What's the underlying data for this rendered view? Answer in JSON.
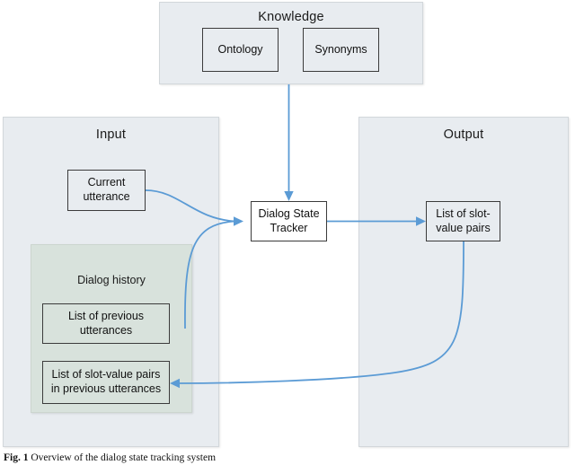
{
  "figure": {
    "panels": [
      {
        "key": "knowledge",
        "label": "Knowledge"
      },
      {
        "key": "input",
        "label": "Input"
      },
      {
        "key": "output",
        "label": "Output"
      }
    ],
    "subpanels": [
      {
        "key": "dialog_history",
        "label": "Dialog history"
      }
    ],
    "nodes": [
      {
        "key": "ontology",
        "label": "Ontology"
      },
      {
        "key": "synonyms",
        "label": "Synonyms"
      },
      {
        "key": "current_utterance",
        "label": "Current utterance"
      },
      {
        "key": "previous_utterances",
        "label": "List of previous utterances"
      },
      {
        "key": "previous_pairs",
        "label": "List of slot-value pairs in previous utterances"
      },
      {
        "key": "dialog_state_tracker",
        "label": "Dialog State Tracker"
      },
      {
        "key": "slot_value_pairs",
        "label": "List of slot-value pairs"
      }
    ],
    "edges": [
      {
        "key": "knowledge-to-tracker",
        "from": "knowledge",
        "to": "dialog_state_tracker"
      },
      {
        "key": "current-utterance-to-tracker",
        "from": "current_utterance",
        "to": "dialog_state_tracker"
      },
      {
        "key": "dialog-history-to-tracker",
        "from": "dialog_history",
        "to": "dialog_state_tracker"
      },
      {
        "key": "tracker-to-output",
        "from": "dialog_state_tracker",
        "to": "slot_value_pairs"
      },
      {
        "key": "output-to-previous-pairs",
        "from": "slot_value_pairs",
        "to": "previous_pairs"
      }
    ],
    "colors": {
      "panel_fill": "#e8ecf0",
      "history_fill": "#d8e2dc",
      "node_stroke": "#3b3b3b",
      "arrow": "#5b9bd5",
      "background": "#ffffff"
    },
    "caption": {
      "prefix": "Fig. 1",
      "text": "Overview of the dialog state tracking system"
    }
  }
}
